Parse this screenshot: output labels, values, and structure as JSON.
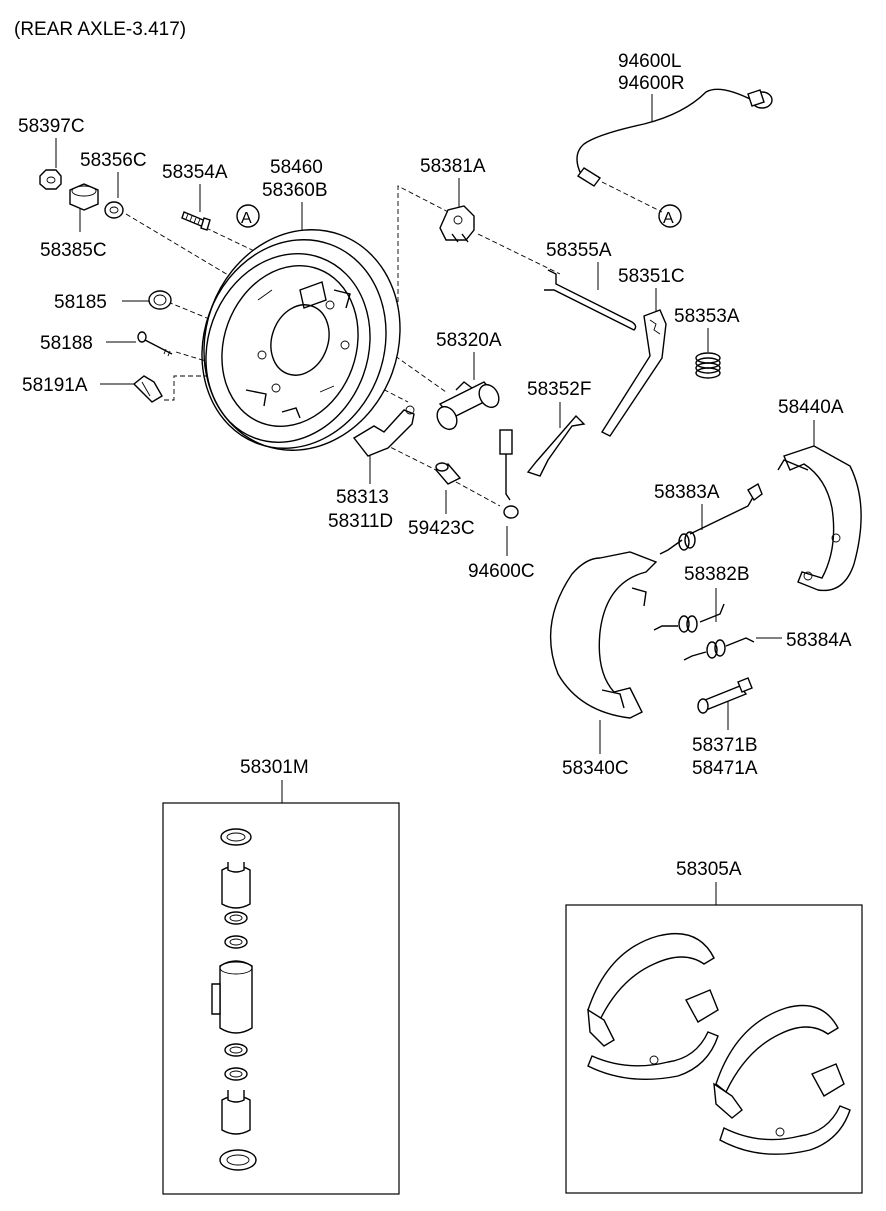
{
  "title": "(REAR AXLE-3.417)",
  "callout_letter": "A",
  "labels": {
    "p94600L": "94600L",
    "p94600R": "94600R",
    "p58397C": "58397C",
    "p58356C": "58356C",
    "p58354A": "58354A",
    "p58460": "58460",
    "p58360B": "58360B",
    "p58381A": "58381A",
    "p58385C": "58385C",
    "p58355A": "58355A",
    "p58351C": "58351C",
    "p58185": "58185",
    "p58353A": "58353A",
    "p58188": "58188",
    "p58320A": "58320A",
    "p58191A": "58191A",
    "p58352F": "58352F",
    "p58440A": "58440A",
    "p58313": "58313",
    "p58311D": "58311D",
    "p59423C": "59423C",
    "p58383A": "58383A",
    "p94600C": "94600C",
    "p58382B": "58382B",
    "p58384A": "58384A",
    "p58371B": "58371B",
    "p58471A": "58471A",
    "p58340C": "58340C",
    "p58301M": "58301M",
    "p58305A": "58305A"
  }
}
